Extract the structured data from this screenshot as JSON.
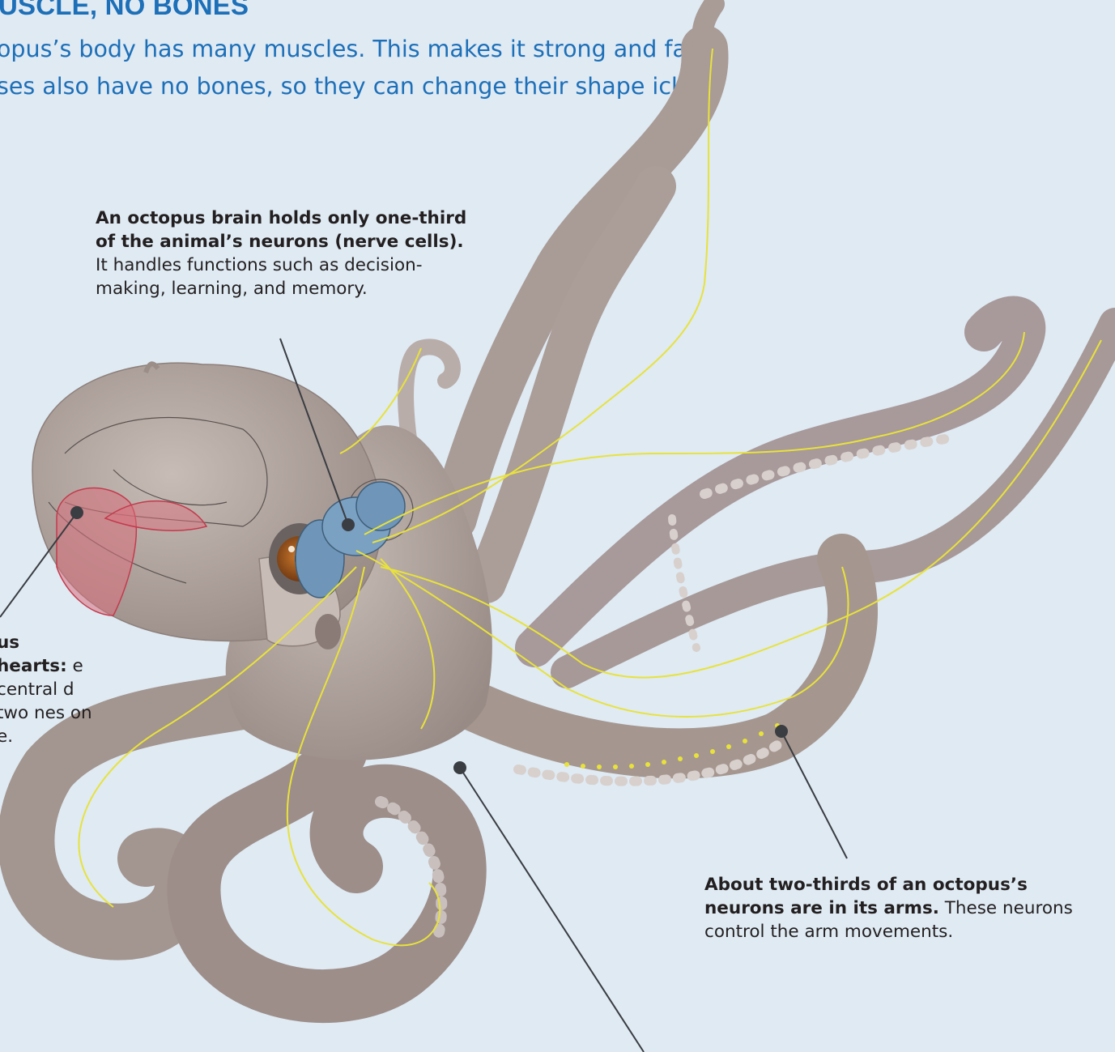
{
  "heading": "USCLE, NO BONES",
  "intro": "opus’s body has many muscles. This makes it strong and fast. ses also have no bones, so they can change their shape ickly.",
  "captions": {
    "brain": {
      "bold": "An octopus brain holds only one-third of the animal’s neurons (nerve cells).",
      "text": " It handles functions such as decision-making, learning, and memory."
    },
    "hearts": {
      "bold": "us hearts:",
      "text": " e central d two nes on e."
    },
    "arms": {
      "bold": "About two-thirds of an octopus’s neurons are in its arms.",
      "text": " These neurons control the arm movements."
    }
  },
  "colors": {
    "background": "#dfeaf3",
    "heading": "#1d6fb8",
    "body_skin": "#aea19b",
    "nerves": "#e8e23a",
    "brain": "#6f96b8",
    "hearts": "#d9707c",
    "leader_lines": "#3a3d42"
  },
  "icons": {
    "octopus": "octopus-illustration",
    "eye": "octopus-eye",
    "brain": "brain-lobes",
    "hearts": "heart-outline"
  }
}
